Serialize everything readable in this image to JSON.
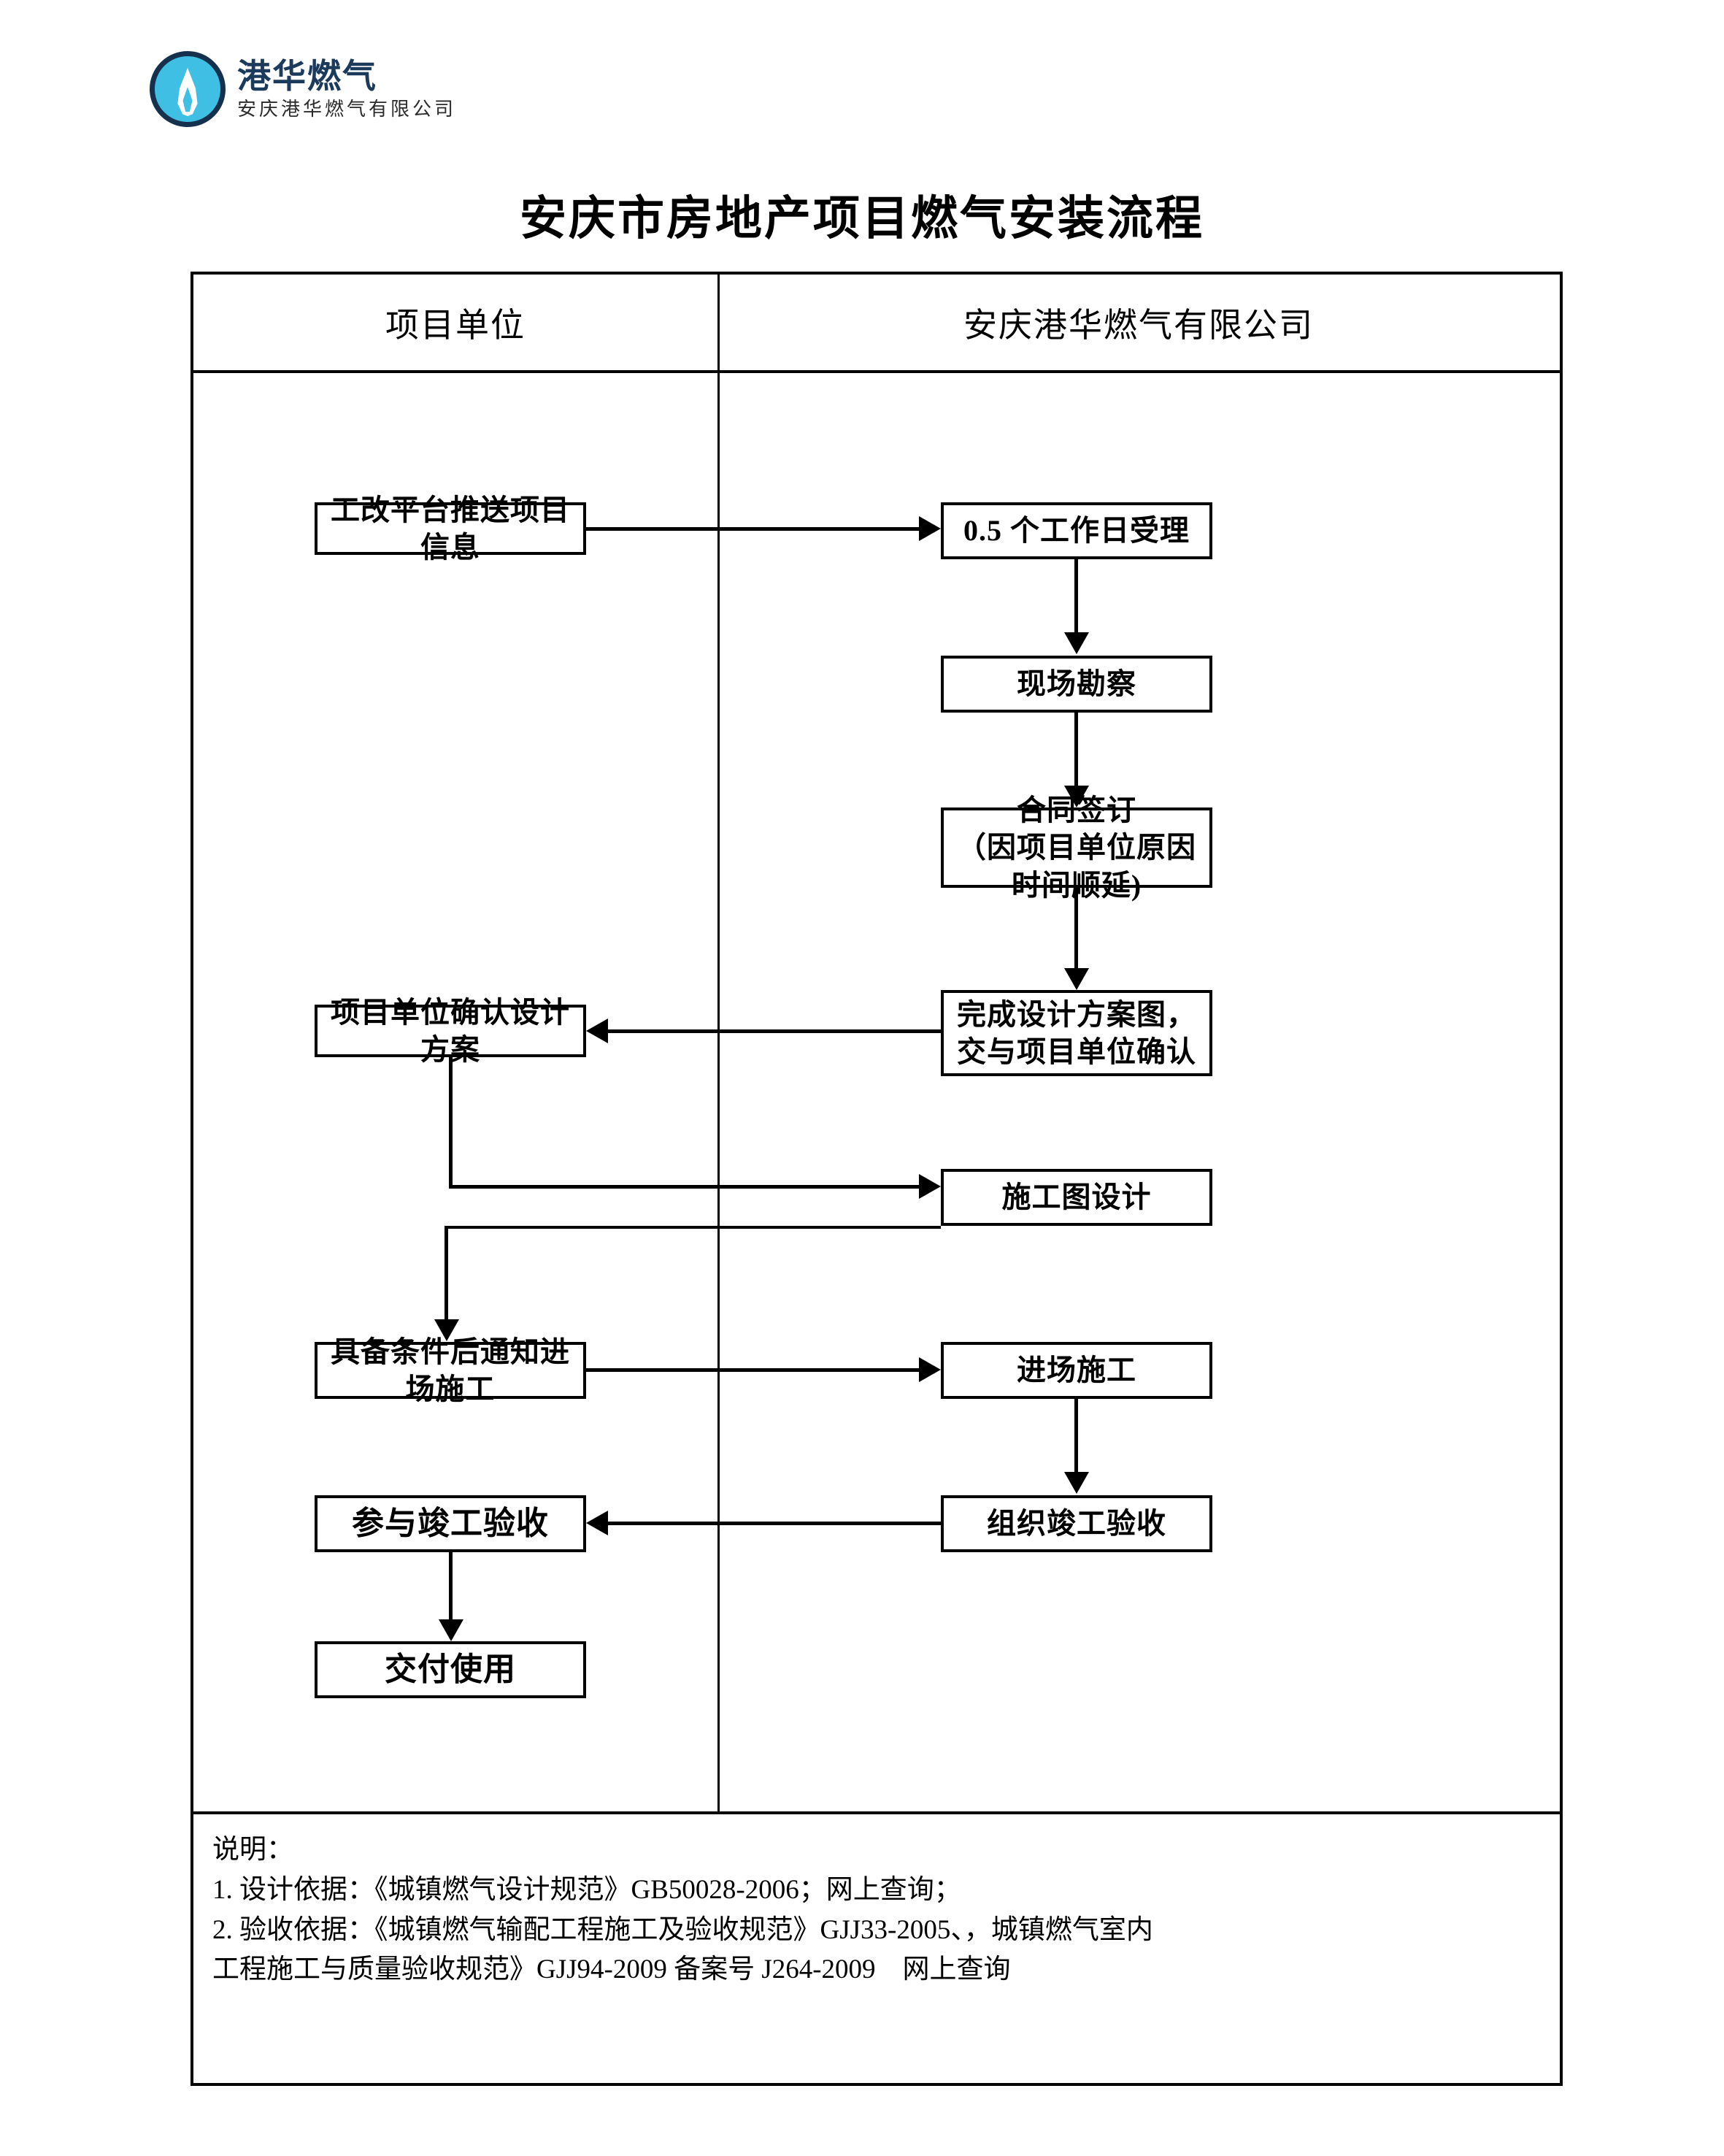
{
  "logo": {
    "brand": "港华燃气",
    "company": "安庆港华燃气有限公司",
    "mark_icon": "flame-in-circle-icon",
    "brand_color": "#1c3b5c",
    "mark_color": "#3fbfe3"
  },
  "title": "安庆市房地产项目燃气安装流程",
  "columns": {
    "left_header": "项目单位",
    "right_header": "安庆港华燃气有限公司"
  },
  "nodes": {
    "left": [
      {
        "id": "push-info",
        "label": "工改平台推送项目信息"
      },
      {
        "id": "confirm-design",
        "label": "项目单位确认设计方案"
      },
      {
        "id": "notify-entry",
        "label": "具备条件后通知进场施工"
      },
      {
        "id": "join-accept",
        "label": "参与竣工验收"
      },
      {
        "id": "handover",
        "label": "交付使用"
      }
    ],
    "right": [
      {
        "id": "accept-0-5day",
        "label": "0.5 个工作日受理"
      },
      {
        "id": "site-survey",
        "label": "现场勘察"
      },
      {
        "id": "contract-sign",
        "line1": "合同签订",
        "line2": "（因项目单位原因时间顺延)"
      },
      {
        "id": "design-scheme",
        "line1": "完成设计方案图，",
        "line2": "交与项目单位确认"
      },
      {
        "id": "construction-drawing",
        "label": "施工图设计"
      },
      {
        "id": "enter-site",
        "label": "进场施工"
      },
      {
        "id": "organize-accept",
        "label": "组织竣工验收"
      }
    ]
  },
  "notes": {
    "heading": "说明：",
    "line1": "1. 设计依据：《城镇燃气设计规范》GB50028-2006；网上查询；",
    "line2": "2. 验收依据：《城镇燃气输配工程施工及验收规范》GJJ33-2005、，城镇燃气室内",
    "line3": "工程施工与质量验收规范》GJJ94-2009 备案号 J264-2009　网上查询"
  }
}
